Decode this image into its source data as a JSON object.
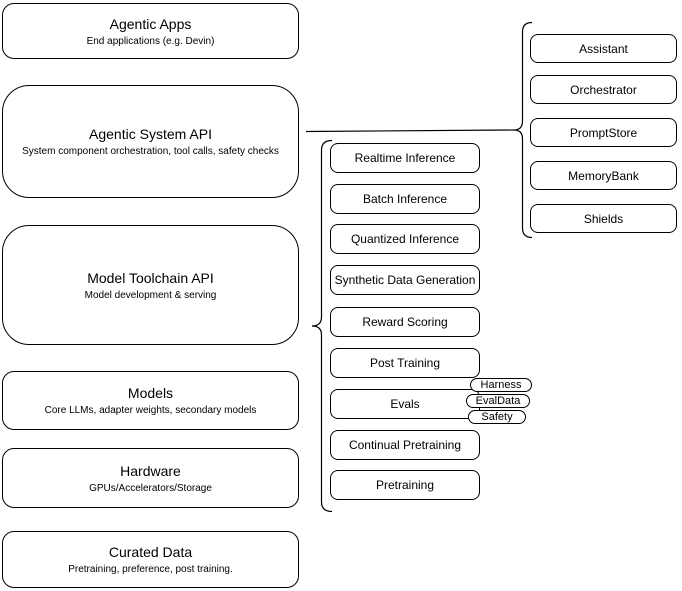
{
  "diagram": {
    "colors": {
      "stroke": "#000000",
      "background": "#ffffff"
    },
    "left_stack": [
      {
        "title": "Agentic Apps",
        "subtitle": "End applications (e.g. Devin)"
      },
      {
        "title": "Agentic System API",
        "subtitle": "System component orchestration, tool calls, safety checks"
      },
      {
        "title": "Model Toolchain API",
        "subtitle": "Model development & serving"
      },
      {
        "title": "Models",
        "subtitle": "Core LLMs, adapter weights, secondary models"
      },
      {
        "title": "Hardware",
        "subtitle": "GPUs/Accelerators/Storage"
      },
      {
        "title": "Curated Data",
        "subtitle": "Pretraining, preference, post training."
      }
    ],
    "toolchain_stack": [
      {
        "label": "Realtime Inference"
      },
      {
        "label": "Batch Inference"
      },
      {
        "label": "Quantized Inference"
      },
      {
        "label": "Synthetic Data Generation"
      },
      {
        "label": "Reward Scoring"
      },
      {
        "label": "Post Training"
      },
      {
        "label": "Evals"
      },
      {
        "label": "Continual Pretraining"
      },
      {
        "label": "Pretraining"
      }
    ],
    "system_stack": [
      {
        "label": "Assistant"
      },
      {
        "label": "Orchestrator"
      },
      {
        "label": "PromptStore"
      },
      {
        "label": "MemoryBank"
      },
      {
        "label": "Shields"
      }
    ],
    "eval_tags": [
      {
        "label": "Harness"
      },
      {
        "label": "EvalData"
      },
      {
        "label": "Safety"
      }
    ]
  }
}
